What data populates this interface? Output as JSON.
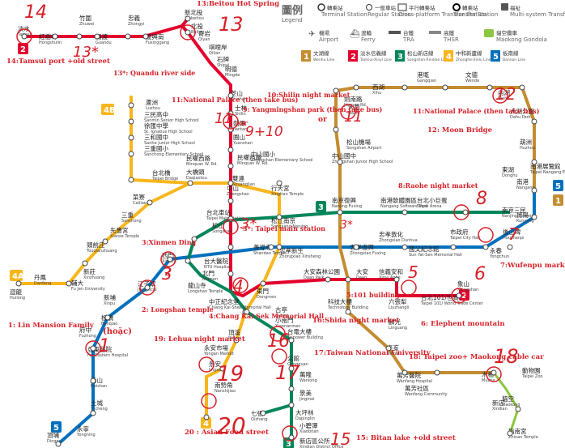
{
  "legend": {
    "title_zh": "圖例",
    "title_en": "Legend",
    "items": [
      {
        "zh": "轉乘站",
        "en": "Terminal Station"
      },
      {
        "zh": "一般車站",
        "en": "Regular Station"
      },
      {
        "zh": "平行轉乘站",
        "en": "Cross-platform Transfer Station"
      },
      {
        "zh": "轉乘站",
        "en": "Transfer Station"
      },
      {
        "zh": "機場",
        "en": "Airport"
      },
      {
        "zh": "渡輪",
        "en": "Ferry"
      },
      {
        "zh": "台鐵",
        "en": "TRA"
      },
      {
        "zh": "高鐵",
        "en": "THSR"
      },
      {
        "zh": "貓空纜車",
        "en": "Maokong Gondola"
      },
      {
        "zh": "福祉",
        "en": "Multi-system Transfer Hub"
      }
    ],
    "lines": [
      {
        "num": "1",
        "zh": "文湖線",
        "en": "Wenhu Line",
        "color": "#c48c31"
      },
      {
        "num": "2",
        "zh": "淡水信義線",
        "en": "Tamsui-Xinyi Line",
        "color": "#e3002c"
      },
      {
        "num": "3",
        "zh": "松山新店線",
        "en": "Songshan-Xindian Line",
        "color": "#008659"
      },
      {
        "num": "4",
        "zh": "中和新蘆線",
        "en": "Zhonghe-Xinlu Line",
        "color": "#f8b61c"
      },
      {
        "num": "5",
        "zh": "板南線",
        "en": "Bannan Line",
        "color": "#0070bd"
      }
    ]
  },
  "colors": {
    "brown": "#c48c31",
    "red": "#e3002c",
    "green": "#008659",
    "orange": "#f8b61c",
    "blue": "#0070bd",
    "annotation": "#d61f26"
  },
  "line_badges": [
    {
      "label": "2",
      "color": "#e3002c"
    },
    {
      "label": "4B",
      "color": "#f8b61c"
    },
    {
      "label": "4A",
      "color": "#f8b61c"
    },
    {
      "label": "5",
      "color": "#0070bd"
    },
    {
      "label": "1",
      "color": "#c48c31"
    },
    {
      "label": "5",
      "color": "#0070bd"
    },
    {
      "label": "3",
      "color": "#008659"
    },
    {
      "label": "2",
      "color": "#e3002c"
    },
    {
      "label": "3",
      "color": "#008659"
    },
    {
      "label": "4",
      "color": "#f8b61c"
    }
  ],
  "stations": [
    {
      "zh": "淡水",
      "en": "Tamsui"
    },
    {
      "zh": "紅樹林",
      "en": "Hongshulin"
    },
    {
      "zh": "竹圍",
      "en": "Zhuwei"
    },
    {
      "zh": "關渡",
      "en": "Guandu"
    },
    {
      "zh": "忠義",
      "en": "Zhongyi"
    },
    {
      "zh": "復興崗",
      "en": "Fuxinggang"
    },
    {
      "zh": "新北投",
      "en": "Xinbeitou"
    },
    {
      "zh": "北投",
      "en": "Beitou"
    },
    {
      "zh": "奇岩",
      "en": "Qiyan"
    },
    {
      "zh": "唭哩岸",
      "en": "Qilian"
    },
    {
      "zh": "石牌",
      "en": "Shipai"
    },
    {
      "zh": "明德",
      "en": "Mingde"
    },
    {
      "zh": "芝山",
      "en": "Zhishan"
    },
    {
      "zh": "士林",
      "en": "Shilin"
    },
    {
      "zh": "劍潭",
      "en": "Jiantan"
    },
    {
      "zh": "圓山",
      "en": "Yuanshan"
    },
    {
      "zh": "民權西路",
      "en": "Minquan W. Rd."
    },
    {
      "zh": "雙連",
      "en": "Shuanglian"
    },
    {
      "zh": "中山",
      "en": "Zhongshan"
    },
    {
      "zh": "台北車站",
      "en": "Taipei Main Station"
    },
    {
      "zh": "台大醫院",
      "en": "NTU Hospital"
    },
    {
      "zh": "中正紀念堂",
      "en": "Chiang Kai-Shek Memorial Hall"
    },
    {
      "zh": "東門",
      "en": "Dongmen"
    },
    {
      "zh": "大安森林公園",
      "en": "Daan Park"
    },
    {
      "zh": "大安",
      "en": "Daan"
    },
    {
      "zh": "信義安和",
      "en": "Xinyi Anhe"
    },
    {
      "zh": "台北101/世貿",
      "en": "Taipei 101/ World Trade Center"
    },
    {
      "zh": "象山",
      "en": "Xiangshan"
    },
    {
      "zh": "蘆洲",
      "en": "Luzhou"
    },
    {
      "zh": "三民高中",
      "en": "Sanmin Senior High School"
    },
    {
      "zh": "徐匯中學",
      "en": "St. Ignatius High School"
    },
    {
      "zh": "三和國中",
      "en": "Sanhe Junior High School"
    },
    {
      "zh": "三重國小",
      "en": "Sanchong Elementary School"
    },
    {
      "zh": "台北橋",
      "en": "Taipei Bridge"
    },
    {
      "zh": "大橋頭",
      "en": "Daqiaotou"
    },
    {
      "zh": "民權西路",
      "en": "Minquan W. Rd."
    },
    {
      "zh": "中山國小",
      "en": "Zhongshan Elementary School"
    },
    {
      "zh": "行天宮",
      "en": "Xingtian Temple"
    },
    {
      "zh": "松江南京",
      "en": "Songjiang Nanjing"
    },
    {
      "zh": "忠孝新生",
      "en": "Zhongxiao Xinsheng"
    },
    {
      "zh": "古亭",
      "en": "Guting"
    },
    {
      "zh": "頂溪",
      "en": "Dingxi"
    },
    {
      "zh": "永安市場",
      "en": "Yongan Market"
    },
    {
      "zh": "景安",
      "en": "Jingan"
    },
    {
      "zh": "南勢角",
      "en": "Nanshijiao"
    },
    {
      "zh": "菜寮",
      "en": "Cailiao"
    },
    {
      "zh": "三重",
      "en": "Sanchong"
    },
    {
      "zh": "先嗇宮",
      "en": "Xianse Temple"
    },
    {
      "zh": "頭前庄",
      "en": "Touqianzhuang"
    },
    {
      "zh": "新莊",
      "en": "Xinzhuang"
    },
    {
      "zh": "輔大",
      "en": "Fu Jen University"
    },
    {
      "zh": "丹鳳",
      "en": "Danfeng"
    },
    {
      "zh": "迴龍",
      "en": "Huilong"
    },
    {
      "zh": "南港展覽館",
      "en": "Taipei Nangang Exhibition Center"
    },
    {
      "zh": "南港",
      "en": "Nangang"
    },
    {
      "zh": "昆陽",
      "en": "Kunyang"
    },
    {
      "zh": "後山埤",
      "en": "Houshanpi"
    },
    {
      "zh": "永春",
      "en": "Yongchun"
    },
    {
      "zh": "市政府",
      "en": "Taipei City Hall"
    },
    {
      "zh": "國父紀念館",
      "en": "Sun Yat-Sen Memorial Hall"
    },
    {
      "zh": "忠孝敦化",
      "en": "Zhongxiao Dunhua"
    },
    {
      "zh": "忠孝復興",
      "en": "Zhongxiao Fuxing"
    },
    {
      "zh": "善導寺",
      "en": "Shandao Temple"
    },
    {
      "zh": "西門",
      "en": "Ximen"
    },
    {
      "zh": "龍山寺",
      "en": "Longshan Temple"
    },
    {
      "zh": "江子翠",
      "en": "Jiangzicui"
    },
    {
      "zh": "新埔",
      "en": "Xinpu"
    },
    {
      "zh": "板橋",
      "en": "Banqiao"
    },
    {
      "zh": "府中",
      "en": "Fuzhong"
    },
    {
      "zh": "亞東醫院",
      "en": "Far Eastern Hospital"
    },
    {
      "zh": "海山",
      "en": "Haishan"
    },
    {
      "zh": "土城",
      "en": "Tucheng"
    },
    {
      "zh": "永寧",
      "en": "Yongning"
    },
    {
      "zh": "頂埔",
      "en": "Dingpu"
    },
    {
      "zh": "動物園",
      "en": "Taipei Zoo"
    },
    {
      "zh": "木柵",
      "en": "Muzha"
    },
    {
      "zh": "萬芳社區",
      "en": "Wanfang Community"
    },
    {
      "zh": "萬芳醫院",
      "en": "Wanfang Hospital"
    },
    {
      "zh": "辛亥",
      "en": "Xinhai"
    },
    {
      "zh": "麟光",
      "en": "Linguang"
    },
    {
      "zh": "六張犁",
      "en": "Liuzhangli"
    },
    {
      "zh": "科技大樓",
      "en": "Technology Building"
    },
    {
      "zh": "南京復興",
      "en": "Nanjing Fuxing"
    },
    {
      "zh": "中山國中",
      "en": "Zhongshan Junior High School"
    },
    {
      "zh": "松山機場",
      "en": "Songshan Airport"
    },
    {
      "zh": "大直",
      "en": "Dazhi"
    },
    {
      "zh": "劍南路",
      "en": "Jiannan Rd."
    },
    {
      "zh": "西湖",
      "en": "Xihu"
    },
    {
      "zh": "港墘",
      "en": "Gangqian"
    },
    {
      "zh": "文德",
      "en": "Wende"
    },
    {
      "zh": "內湖",
      "en": "Neihu"
    },
    {
      "zh": "大湖公園",
      "en": "Dahu Park"
    },
    {
      "zh": "葫洲",
      "en": "Huzhou"
    },
    {
      "zh": "東湖",
      "en": "Donghu"
    },
    {
      "zh": "南港軟體園區",
      "en": "Nangang Software Park"
    },
    {
      "zh": "台北小巨蛋",
      "en": "Taipei Arena"
    },
    {
      "zh": "南京三民",
      "en": "Nanjing Sanmin"
    },
    {
      "zh": "松山",
      "en": "Songshan"
    },
    {
      "zh": "北門",
      "en": "Beimen"
    },
    {
      "zh": "小南門",
      "en": "Xiaonanmen"
    },
    {
      "zh": "台電大樓",
      "en": "Taipower Building"
    },
    {
      "zh": "公館",
      "en": "Gongguan"
    },
    {
      "zh": "萬隆",
      "en": "Wanlong"
    },
    {
      "zh": "景美",
      "en": "Jingmei"
    },
    {
      "zh": "大坪林",
      "en": "Dapinglin"
    },
    {
      "zh": "七張",
      "en": "Qizhang"
    },
    {
      "zh": "小碧潭",
      "en": "Xiaobitan"
    },
    {
      "zh": "新店區公所",
      "en": "Xindian District Office"
    },
    {
      "zh": "新店",
      "en": "Xindian"
    },
    {
      "zh": "指南宮",
      "en": "Zhinan Temple"
    },
    {
      "zh": "貓空",
      "en": "Maokong"
    },
    {
      "zh": "動物園南",
      "en": "Taipei Zoo South"
    }
  ],
  "annotations": [
    {
      "text": "13:Beitou Hot Spring"
    },
    {
      "text": "14:Tamsui port +old street"
    },
    {
      "text": "13*: Quandu river side"
    },
    {
      "text": "11:National Palace (then take bus)"
    },
    {
      "text": "10:Shilin night market"
    },
    {
      "text": "9: Yangmingshan park (then take bus)"
    },
    {
      "text": "11:National Palace (then take bus)"
    },
    {
      "text": "12: Moon Bridge"
    },
    {
      "text": "8:Raohe night market"
    },
    {
      "text": "3*: Taipei main station"
    },
    {
      "text": "3:Xinmen Ding"
    },
    {
      "text": "2: Longshan temple"
    },
    {
      "text": "1: Lin Mansion Family"
    },
    {
      "text": "4:Chang Kai Sek Memorial Hall"
    },
    {
      "text": "5:101 building"
    },
    {
      "text": "6: Elephent mountain"
    },
    {
      "text": "7:Wufenpu market"
    },
    {
      "text": "16:Shida night market"
    },
    {
      "text": "17:Taiwan National University"
    },
    {
      "text": "18: Taipei zoo+ Maokong cable car"
    },
    {
      "text": "19: Lehua night market"
    },
    {
      "text": "20 : Asian Food street"
    },
    {
      "text": "15: Bitan lake +old street"
    },
    {
      "text": "or"
    },
    {
      "text": "or"
    },
    {
      "text": "(hoặc)"
    }
  ],
  "marks": [
    {
      "text": "14"
    },
    {
      "text": "13"
    },
    {
      "text": "13*"
    },
    {
      "text": "11"
    },
    {
      "text": "9+10"
    },
    {
      "text": "11"
    },
    {
      "text": "12"
    },
    {
      "text": "8"
    },
    {
      "text": "3*"
    },
    {
      "text": "3*"
    },
    {
      "text": "3"
    },
    {
      "text": "2"
    },
    {
      "text": "1"
    },
    {
      "text": "4"
    },
    {
      "text": "5"
    },
    {
      "text": "6"
    },
    {
      "text": "7"
    },
    {
      "text": "16"
    },
    {
      "text": "17"
    },
    {
      "text": "18"
    },
    {
      "text": "19"
    },
    {
      "text": "20"
    },
    {
      "text": "15"
    }
  ]
}
